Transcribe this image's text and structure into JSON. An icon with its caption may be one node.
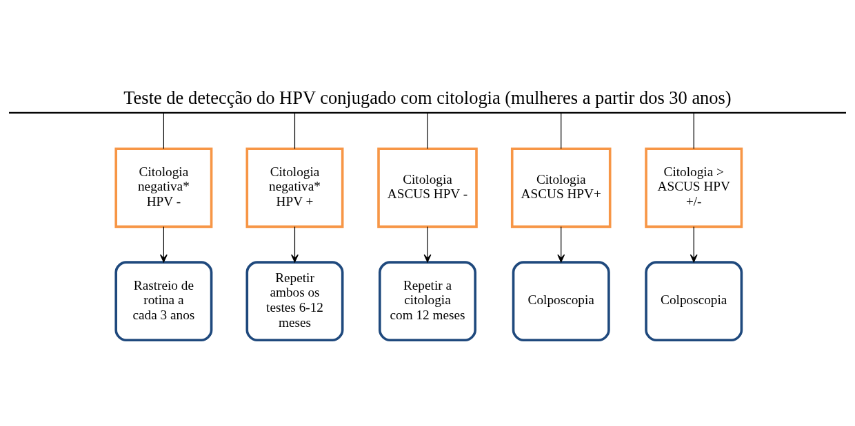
{
  "diagram": {
    "title": "Teste de detecção do HPV conjugado com citologia (mulheres a partir dos 30 anos)",
    "nodes": [
      {
        "text": [],
        "shape": "bar"
      },
      {
        "text": [
          "Citologia negativa* HPV -"
        ]
      },
      {
        "text": [
          "Citologia negativa* HPV +"
        ]
      },
      {
        "text": [
          "Citologia ASCUS HPV -"
        ]
      },
      {
        "text": [
          "Citologia ASCUS HPV+"
        ]
      },
      {
        "text": [
          "Citologia > ASCUS HPV +/-"
        ]
      },
      {
        "text": [
          "Rastreio de rotina a cada 3 anos"
        ]
      },
      {
        "text": [
          "Repetir ambos os testes 6-12 meses"
        ]
      },
      {
        "text": [
          "Repetir a citologia com 12 meses"
        ]
      },
      {
        "text": [
          "Colposcopia"
        ]
      },
      {
        "text": [
          "Colposcopia"
        ]
      }
    ],
    "edges": [
      {
        "from": 0,
        "to": 1,
        "arrow": "none"
      },
      {
        "from": 0,
        "to": 2,
        "arrow": "none"
      },
      {
        "from": 0,
        "to": 3,
        "arrow": "none"
      },
      {
        "from": 0,
        "to": 4,
        "arrow": "none"
      },
      {
        "from": 0,
        "to": 5,
        "arrow": "none"
      },
      {
        "from": 1,
        "to": 6,
        "arrow": "to"
      },
      {
        "from": 2,
        "to": 7,
        "arrow": "to"
      },
      {
        "from": 3,
        "to": 8,
        "arrow": "to"
      },
      {
        "from": 4,
        "to": 9,
        "arrow": "to"
      },
      {
        "from": 5,
        "to": 10,
        "arrow": "to"
      }
    ]
  }
}
